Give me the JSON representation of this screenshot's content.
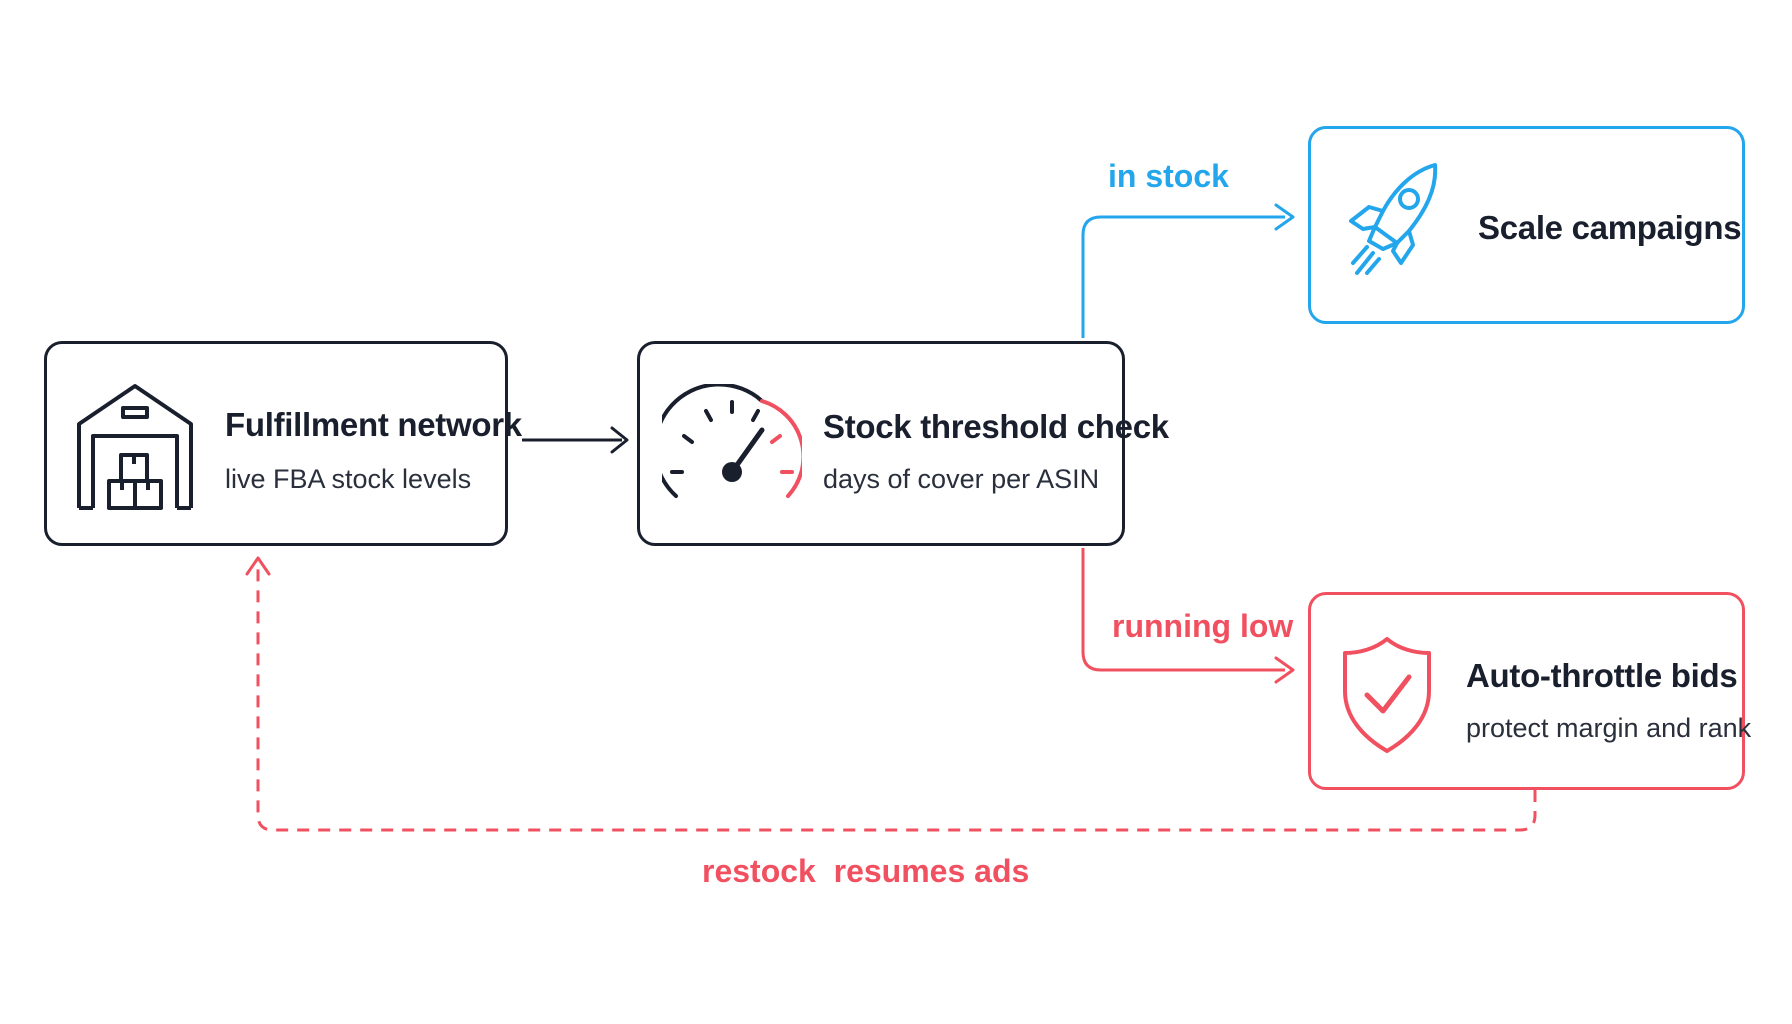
{
  "nodes": {
    "fulfillment": {
      "title": "Fulfillment network",
      "subtitle": "live FBA stock levels",
      "icon": "warehouse-icon"
    },
    "threshold": {
      "title": "Stock threshold check",
      "subtitle": "days of cover per ASIN",
      "icon": "gauge-icon"
    },
    "scale": {
      "title": "Scale campaigns",
      "icon": "rocket-icon"
    },
    "throttle": {
      "title": "Auto-throttle bids",
      "subtitle": "protect margin and rank",
      "icon": "shield-check-icon"
    }
  },
  "edges": {
    "in_stock": {
      "label": "in stock"
    },
    "running_low": {
      "label": "running low"
    },
    "restock": {
      "label": "restock  resumes ads"
    }
  },
  "colors": {
    "ink": "#1a1f2e",
    "blue": "#23a6ec",
    "red": "#f0505f"
  }
}
